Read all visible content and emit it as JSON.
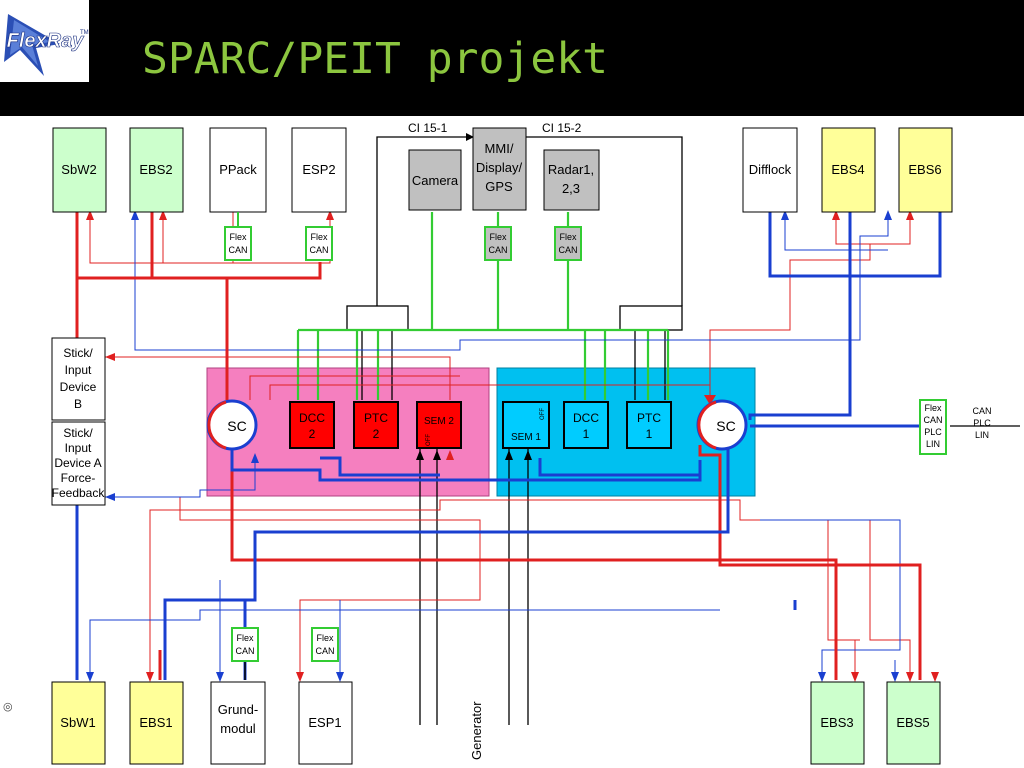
{
  "header": {
    "title": "SPARC/PEIT projekt",
    "logo_text": "FlexRay",
    "logo_tm": "TM"
  },
  "colors": {
    "header_bg": "#000000",
    "title_green": "#8cc63f",
    "node_green": "#ccffcc",
    "node_yellow": "#ffff99",
    "node_gray": "#c0c0c0",
    "node_red": "#ff0000",
    "node_cyan": "#00ccff",
    "zone_pink": "#f57fbf",
    "zone_blue": "#00c0f0",
    "bus_red": "#e02020",
    "bus_blue": "#1a3fd0",
    "bus_green": "#33cc33",
    "bus_black": "#000000"
  },
  "diagram": {
    "ci_left": "CI 15-1",
    "ci_right": "CI 15-2",
    "top_nodes": {
      "sbw2": "SbW2",
      "ebs2": "EBS2",
      "ppack": "PPack",
      "esp2": "ESP2",
      "camera": "Camera",
      "mmi": [
        "MMI/",
        "Display/",
        "GPS"
      ],
      "radar": [
        "Radar1,",
        "2,3"
      ],
      "difflock": "Difflock",
      "ebs4": "EBS4",
      "ebs6": "EBS6"
    },
    "bottom_nodes": {
      "sbw1": "SbW1",
      "ebs1": "EBS1",
      "grundmodul": [
        "Grund-",
        "modul"
      ],
      "esp1": "ESP1",
      "ebs3": "EBS3",
      "ebs5": "EBS5"
    },
    "gateways": {
      "flex": "Flex",
      "can": "CAN",
      "right_lines": [
        "Flex",
        "CAN",
        "PLC",
        "LIN"
      ],
      "right_labels": [
        "CAN",
        "PLC",
        "LIN"
      ]
    },
    "side_nodes": {
      "stick_b": [
        "Stick/",
        "Input",
        "Device",
        "B"
      ],
      "stick_a": [
        "Stick/",
        "Input",
        "Device A",
        "Force-",
        "Feedback"
      ]
    },
    "zones": {
      "sc_left": "SC",
      "sc_right": "SC",
      "dcc2": [
        "DCC",
        "2"
      ],
      "ptc2": [
        "PTC",
        "2"
      ],
      "sem2": "SEM 2",
      "sem1": "SEM 1",
      "dcc1": [
        "DCC",
        "1"
      ],
      "ptc1": [
        "PTC",
        "1"
      ],
      "off": "OFF"
    },
    "generator": "Generator"
  },
  "footer": {
    "icon": "slide-number-icon"
  }
}
